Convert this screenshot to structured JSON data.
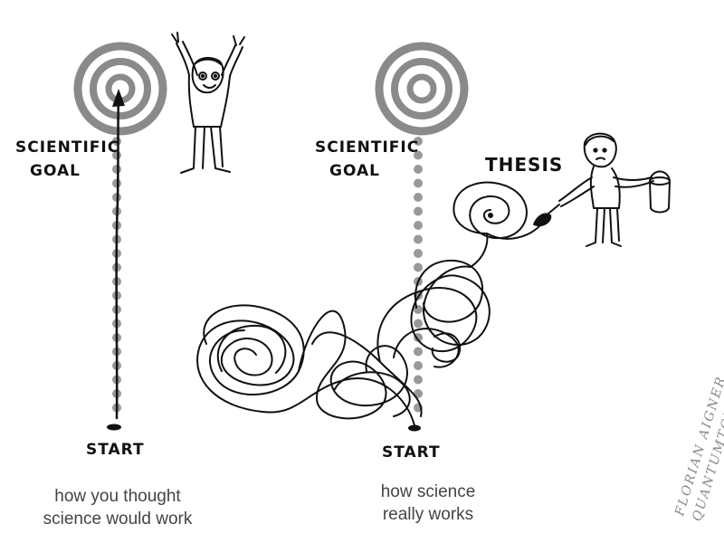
{
  "left_panel": {
    "goal_label_line1": "SCIENTIFIC",
    "goal_label_line2": "GOAL",
    "start_label": "START",
    "caption_line1": "how you thought",
    "caption_line2": "science would work"
  },
  "right_panel": {
    "goal_label_line1": "SCIENTIFIC",
    "goal_label_line2": "GOAL",
    "start_label": "START",
    "thesis_label": "THESIS",
    "caption_line1": "how science",
    "caption_line2": "really works"
  },
  "credit": {
    "line1": "FLORIAN AIGNER",
    "line2": "QUANTUMTOMATO.COM"
  },
  "colors": {
    "ink": "#111111",
    "target_gray": "#8a8a8a",
    "dots_gray": "#999999",
    "caption_gray": "#444444"
  }
}
